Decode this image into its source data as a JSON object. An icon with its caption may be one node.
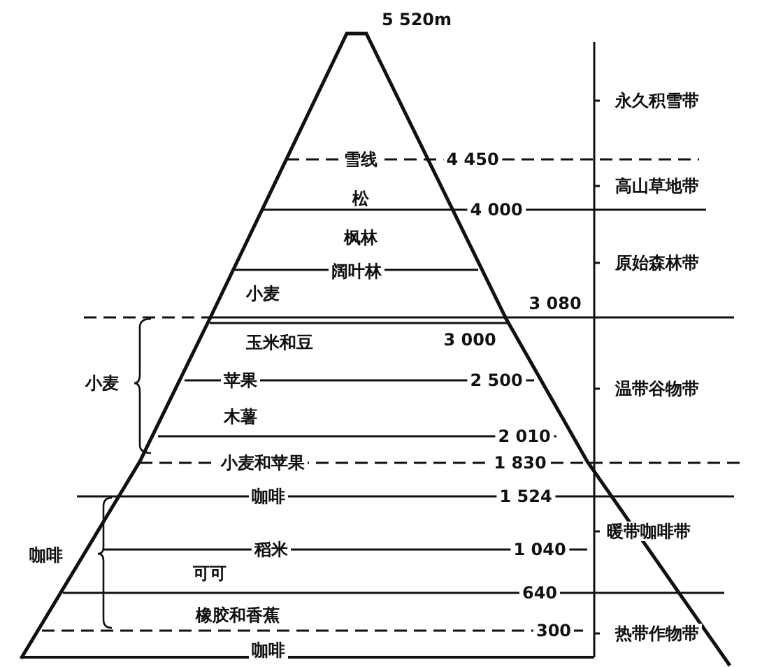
{
  "diagram": {
    "labels": [
      "5 520m",
      "永久积雪带",
      "雪线",
      "4 450",
      "高山草地带",
      "松",
      "4 000",
      "枫林",
      "原始森林带",
      "阔叶林",
      "小麦",
      "3 080",
      "3 000",
      "玉米和豆",
      "苹果",
      "2 500",
      "温带谷物带",
      "木薯",
      "2 010",
      "小麦",
      "小麦和苹果",
      "1 830",
      "咖啡",
      "1 524",
      "暖带咖啡带",
      "咖啡",
      "稻米",
      "1 040",
      "可可",
      "640",
      "橡胶和香蕉",
      "300",
      "热带作物带",
      "咖啡"
    ]
  }
}
